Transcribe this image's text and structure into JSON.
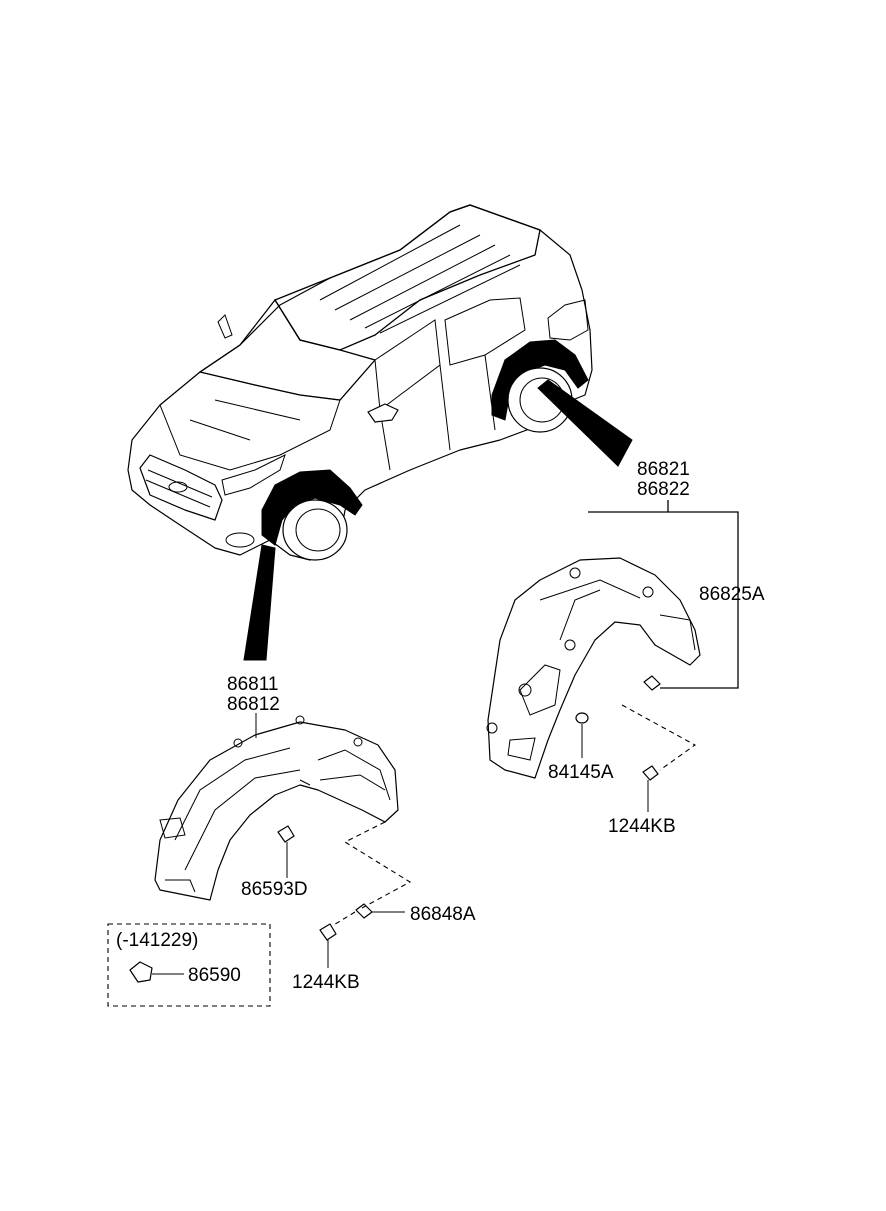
{
  "labels": {
    "rear_liner_upper": "86821",
    "rear_liner_lower": "86822",
    "rear_extension": "86825A",
    "rear_grommet": "84145A",
    "rear_screw": "1244KB",
    "front_liner_upper": "86811",
    "front_liner_lower": "86812",
    "front_clip": "86593D",
    "front_nut": "86848A",
    "front_screw": "1244KB",
    "inset_date": "(-141229)",
    "inset_clip": "86590"
  }
}
